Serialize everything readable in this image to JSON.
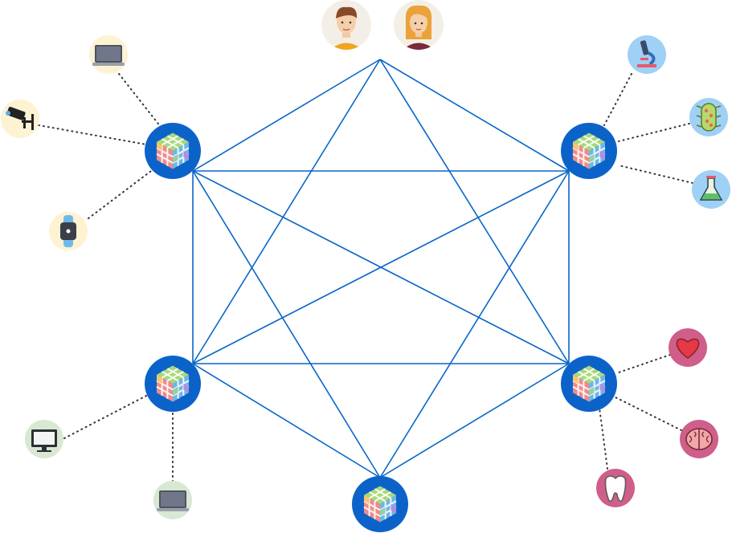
{
  "colors": {
    "edge": "#0a66c8",
    "hub": "#0b63c9",
    "hub_ring": "#ffffff",
    "dotted": "#333333",
    "device_bg": "#fdf2d2",
    "science_bg": "#9fd0f5",
    "medical_bg": "#cf5e8a",
    "green_bg": "#d8e8d3",
    "avatar_bg": "#f4efe6"
  },
  "hubs": [
    {
      "name": "hub-left-top",
      "icon": "cube-icon"
    },
    {
      "name": "hub-right-top",
      "icon": "cube-icon"
    },
    {
      "name": "hub-left-bottom",
      "icon": "cube-icon"
    },
    {
      "name": "hub-right-bottom",
      "icon": "cube-icon"
    },
    {
      "name": "hub-bottom",
      "icon": "cube-icon"
    }
  ],
  "leaves": [
    {
      "icon": "laptop-icon",
      "group": "device"
    },
    {
      "icon": "security-camera-icon",
      "group": "device"
    },
    {
      "icon": "smartwatch-icon",
      "group": "device"
    },
    {
      "icon": "microscope-icon",
      "group": "science"
    },
    {
      "icon": "bacteria-icon",
      "group": "science"
    },
    {
      "icon": "flask-icon",
      "group": "science"
    },
    {
      "icon": "heart-icon",
      "group": "medical"
    },
    {
      "icon": "brain-icon",
      "group": "medical"
    },
    {
      "icon": "tooth-icon",
      "group": "medical"
    },
    {
      "icon": "desktop-monitor-icon",
      "group": "green"
    },
    {
      "icon": "laptop-icon",
      "group": "green"
    }
  ],
  "people": [
    {
      "icon": "man-avatar-icon"
    },
    {
      "icon": "woman-avatar-icon"
    }
  ]
}
